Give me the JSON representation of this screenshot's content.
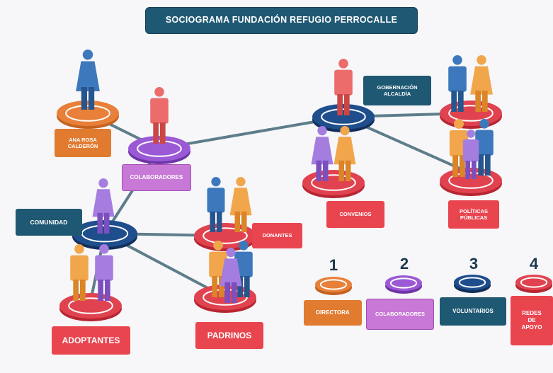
{
  "title": "SOCIOGRAMA FUNDACIÓN REFUGIO PERROCALLE",
  "colors": {
    "title_bg": "#1f5873",
    "directora": "#e8803a",
    "colaboradores": "#9b59d6",
    "voluntarios": "#1e4e8c",
    "redes": "#e0434f",
    "connector": "#5e7d8a"
  },
  "nodes": {
    "ana_rosa": "ANA ROSA\nCALDERÓN",
    "colaboradores": "COLABORADORES",
    "comunidad": "COMUNIDAD",
    "adoptantes": "ADOPTANTES",
    "donantes": "DONANTES",
    "padrinos": "PADRINOS",
    "gobernacion": "GOBERNACIÓN\nALCALDÍA",
    "convenios": "CONVENIOS",
    "politicas": "POLÍTICAS\nPÚBLICAS"
  },
  "legend": [
    {
      "number": "1",
      "label": "DIRECTORA",
      "color": "#e8803a"
    },
    {
      "number": "2",
      "label": "COLABORADORES",
      "color": "#9b59d6"
    },
    {
      "number": "3",
      "label": "VOLUNTARIOS",
      "color": "#1e4e8c"
    },
    {
      "number": "4",
      "label": "REDES\nDE\nAPOYO",
      "color": "#e0434f"
    }
  ]
}
